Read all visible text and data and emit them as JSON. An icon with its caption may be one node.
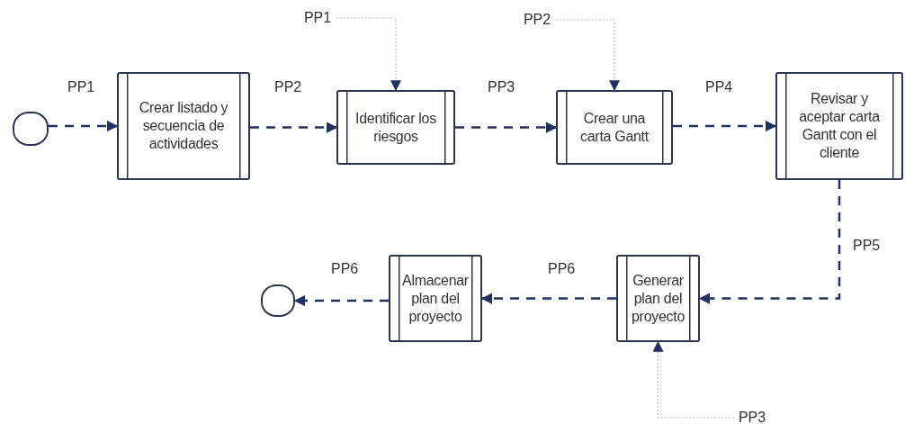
{
  "diagram": {
    "nodes": [
      {
        "text": [],
        "shape": "circle"
      },
      {
        "text": [
          "Crear listado y secuencia de actividades"
        ]
      },
      {
        "text": [
          "Identificar los riesgos"
        ]
      },
      {
        "text": [
          "Crear una carta Gantt"
        ]
      },
      {
        "text": [
          "Revisar y aceptar carta Gantt con el cliente"
        ]
      },
      {
        "text": [
          "Generar plan del proyecto"
        ]
      },
      {
        "text": [
          "Almacenar plan del proyecto"
        ]
      },
      {
        "text": [],
        "shape": "circle"
      },
      {
        "text": [
          "PP1"
        ]
      },
      {
        "text": [
          "PP2"
        ]
      },
      {
        "text": [
          "PP3"
        ]
      }
    ],
    "edges": [
      {
        "from": 0,
        "to": 1,
        "arrow": "to",
        "label": "PP1",
        "style": "dashed"
      },
      {
        "from": 1,
        "to": 2,
        "arrow": "to",
        "label": "PP2",
        "style": "dashed"
      },
      {
        "from": 2,
        "to": 3,
        "arrow": "to",
        "label": "PP3",
        "style": "dashed"
      },
      {
        "from": 3,
        "to": 4,
        "arrow": "to",
        "label": "PP4",
        "style": "dashed"
      },
      {
        "from": 4,
        "to": 5,
        "arrow": "to",
        "label": "PP5",
        "style": "dashed"
      },
      {
        "from": 5,
        "to": 6,
        "arrow": "to",
        "label": "PP6",
        "style": "dashed"
      },
      {
        "from": 6,
        "to": 7,
        "arrow": "to",
        "label": "PP6",
        "style": "dashed"
      },
      {
        "from": 8,
        "to": 2,
        "arrow": "to",
        "color": "#a0a0a0"
      },
      {
        "from": 9,
        "to": 3,
        "arrow": "to",
        "color": "#a0a0a0"
      },
      {
        "from": 10,
        "to": 5,
        "arrow": "to",
        "color": "#a0a0a0"
      }
    ]
  }
}
